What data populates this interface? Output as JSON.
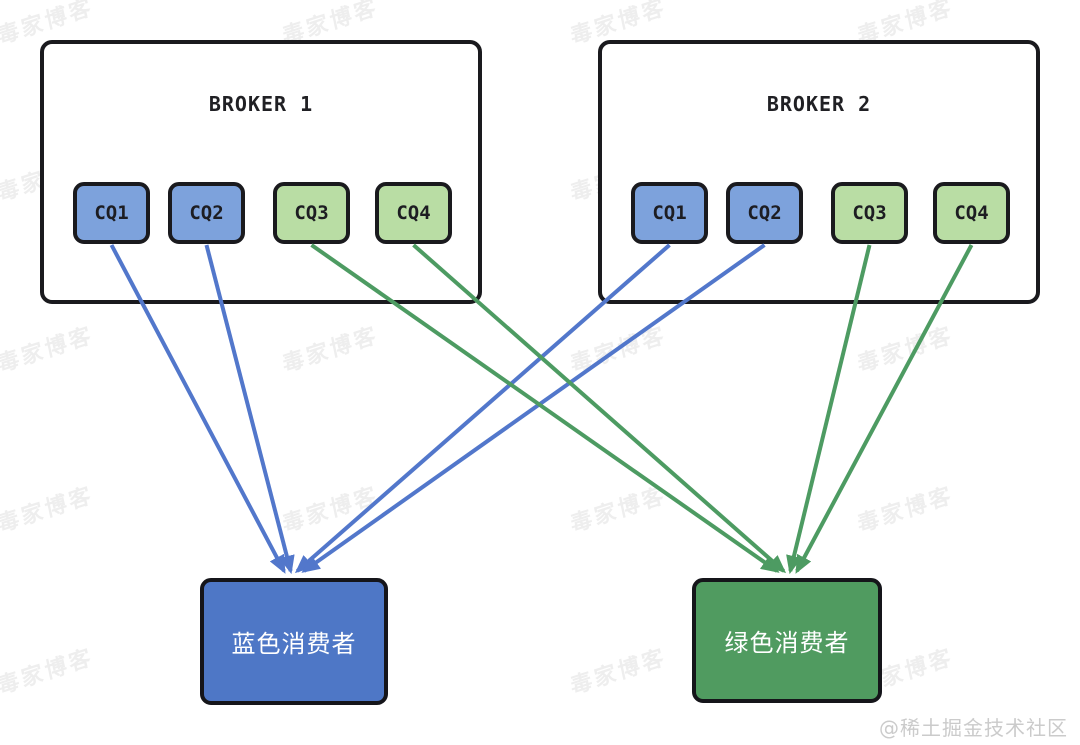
{
  "diagram": {
    "brokers": [
      {
        "title": "BROKER 1",
        "queues": [
          {
            "label": "CQ1",
            "color": "blue"
          },
          {
            "label": "CQ2",
            "color": "blue"
          },
          {
            "label": "CQ3",
            "color": "green"
          },
          {
            "label": "CQ4",
            "color": "green"
          }
        ]
      },
      {
        "title": "BROKER 2",
        "queues": [
          {
            "label": "CQ1",
            "color": "blue"
          },
          {
            "label": "CQ2",
            "color": "blue"
          },
          {
            "label": "CQ3",
            "color": "green"
          },
          {
            "label": "CQ4",
            "color": "green"
          }
        ]
      }
    ],
    "consumers": [
      {
        "id": "blue",
        "label": "蓝色消费者"
      },
      {
        "id": "green",
        "label": "绿色消费者"
      }
    ],
    "connections": [
      {
        "broker": 0,
        "queue": 0,
        "consumer": "blue"
      },
      {
        "broker": 0,
        "queue": 1,
        "consumer": "blue"
      },
      {
        "broker": 1,
        "queue": 0,
        "consumer": "blue"
      },
      {
        "broker": 1,
        "queue": 1,
        "consumer": "blue"
      },
      {
        "broker": 0,
        "queue": 2,
        "consumer": "green"
      },
      {
        "broker": 0,
        "queue": 3,
        "consumer": "green"
      },
      {
        "broker": 1,
        "queue": 2,
        "consumer": "green"
      },
      {
        "broker": 1,
        "queue": 3,
        "consumer": "green"
      }
    ],
    "colors": {
      "queue_blue": "#7da2dc",
      "queue_green": "#b9dda4",
      "consumer_blue": "#4e77c6",
      "consumer_green": "#509b60",
      "line_blue": "#5277cb",
      "line_green": "#4d9b62",
      "border": "#1a1a1e"
    }
  },
  "watermark": {
    "text": "毒家博客"
  },
  "credit": {
    "text": "@稀土掘金技术社区"
  }
}
